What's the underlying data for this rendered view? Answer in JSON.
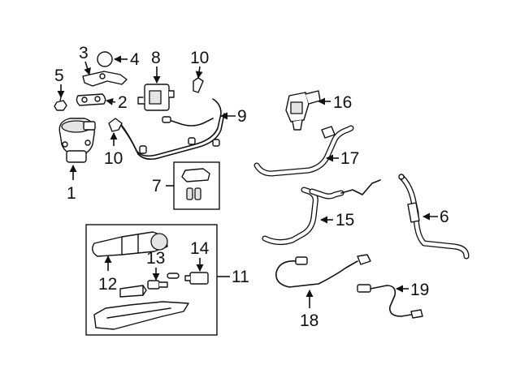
{
  "callouts": {
    "c1": "1",
    "c2": "2",
    "c3": "3",
    "c4": "4",
    "c5": "5",
    "c6": "6",
    "c7": "7",
    "c8": "8",
    "c9": "9",
    "c10a": "10",
    "c10b": "10",
    "c11": "11",
    "c12": "12",
    "c13": "13",
    "c14": "14",
    "c15": "15",
    "c16": "16",
    "c17": "17",
    "c18": "18",
    "c19": "19"
  },
  "colors": {
    "ink": "#111111",
    "background": "#ffffff",
    "shade": "#e4e4e4"
  }
}
